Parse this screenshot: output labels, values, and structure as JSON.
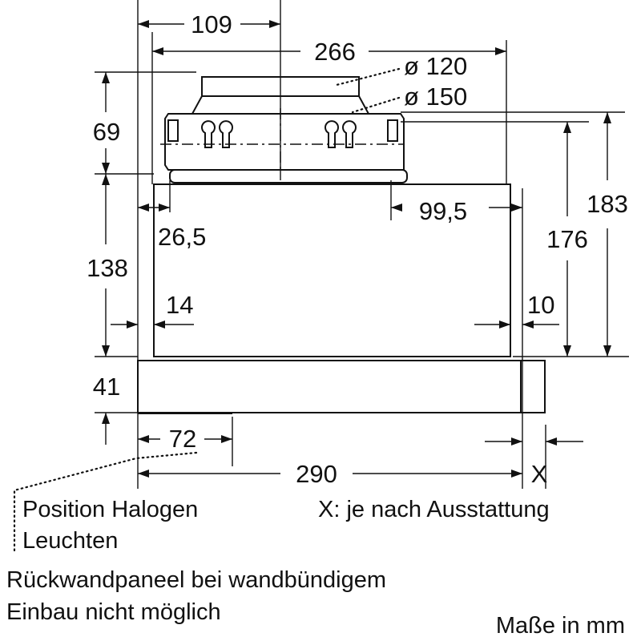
{
  "dimensions": {
    "d109": "109",
    "d266": "266",
    "d120": "ø 120",
    "d150": "ø 150",
    "d69": "69",
    "d183": "183",
    "d176": "176",
    "d26_5": "26,5",
    "d99_5": "99,5",
    "d138": "138",
    "d14": "14",
    "d10": "10",
    "d41": "41",
    "d72": "72",
    "d290": "290",
    "dX": "X"
  },
  "notes": {
    "halogen_line1": "Position Halogen",
    "halogen_line2": "Leuchten",
    "x_note": "X: je nach Ausstattung",
    "rear_panel_line1": "Rückwandpaneel bei wandbündigem",
    "rear_panel_line2": "Einbau nicht möglich",
    "units": "Maße in mm"
  }
}
